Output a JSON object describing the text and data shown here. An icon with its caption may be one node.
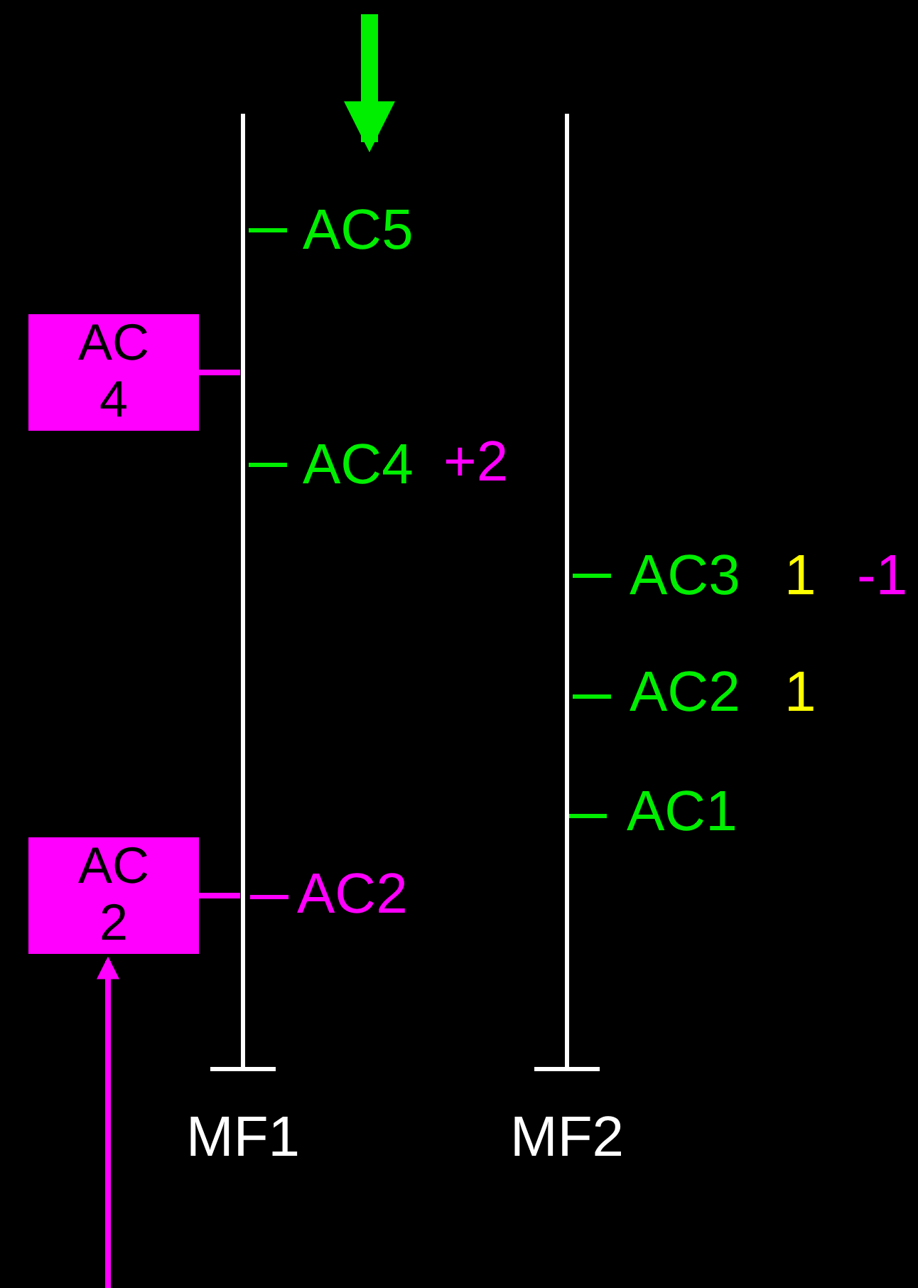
{
  "diagram": {
    "nodes": [
      {
        "text": [
          "MF1"
        ]
      },
      {
        "text": [
          "MF2"
        ]
      },
      {
        "text": [
          "AC 4"
        ]
      },
      {
        "text": [
          "AC 2"
        ]
      }
    ],
    "edges": [
      {
        "from": 2,
        "to": 0,
        "arrow": "none"
      },
      {
        "from": 3,
        "to": 0,
        "arrow": "none"
      },
      {
        "from": null,
        "to": 3,
        "arrow": "to"
      }
    ],
    "labels": [
      "AC5",
      "AC4",
      "+2",
      "AC3",
      "1",
      "-1",
      "AC2",
      "1",
      "AC1",
      "AC2"
    ]
  }
}
